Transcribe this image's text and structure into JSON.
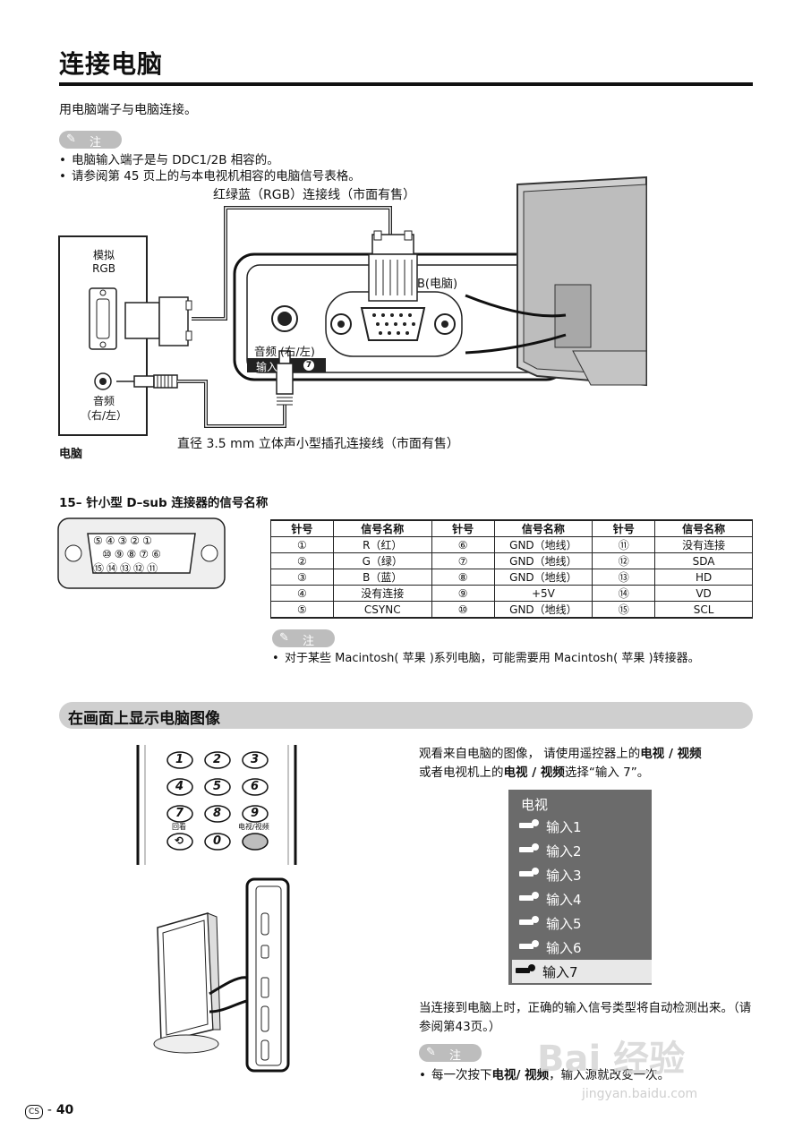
{
  "title": "连接电脑",
  "intro": "用电脑端子与电脑连接。",
  "note_label": "注",
  "notes_top": [
    "电脑输入端子是与 DDC1/2B 相容的。",
    "请参阅第 45 页上的与本电视机相容的电脑信号表格。"
  ],
  "diagram": {
    "rgb_cable": "红绿蓝（RGB）连接线（市面有售）",
    "analog_rgb_line1": "模拟",
    "analog_rgb_line2": "RGB",
    "audio_line1": "音频",
    "audio_line2": "（右/左）",
    "pc_label": "电脑",
    "rgb_pc_port": "B(电脑)",
    "audio_rl": "音频 (右/左)",
    "input_tag": "输入",
    "input_num": "7",
    "audio_cable": "直径 3.5 mm 立体声小型插孔连接线（市面有售）"
  },
  "dsub": {
    "heading": "15– 针小型 D–sub 连接器的信号名称",
    "row1": [
      "⑤",
      "④",
      "③",
      "②",
      "①"
    ],
    "row2": [
      "⑩",
      "⑨",
      "⑧",
      "⑦",
      "⑥"
    ],
    "row3": [
      "⑮",
      "⑭",
      "⑬",
      "⑫",
      "⑪"
    ]
  },
  "pin_table": {
    "headers": [
      "针号",
      "信号名称",
      "针号",
      "信号名称",
      "针号",
      "信号名称"
    ],
    "rows": [
      [
        "①",
        "R（红）",
        "⑥",
        "GND（地线）",
        "⑪",
        "没有连接"
      ],
      [
        "②",
        "G（绿）",
        "⑦",
        "GND（地线）",
        "⑫",
        "SDA"
      ],
      [
        "③",
        "B（蓝）",
        "⑧",
        "GND（地线）",
        "⑬",
        "HD"
      ],
      [
        "④",
        "没有连接",
        "⑨",
        "+5V",
        "⑭",
        "VD"
      ],
      [
        "⑤",
        "CSYNC",
        "⑩",
        "GND（地线）",
        "⑮",
        "SCL"
      ]
    ]
  },
  "note_mac": "对于某些 Macintosh( 苹果 )系列电脑，可能需要用 Macintosh( 苹果 )转接器。",
  "section2": {
    "heading": "在画面上显示电脑图像",
    "desc_pre": "观看来自电脑的图像，  请使用遥控器上的",
    "desc_bold1": "电视 / 视频",
    "desc_mid": "或者电视机上的",
    "desc_bold2": "电视 / 视频",
    "desc_post": "选择“输入 7”。",
    "auto_detect": "当连接到电脑上时，正确的输入信号类型将自动检测出来。（请参阅第43页。）",
    "note3_pre": "每一次按下",
    "note3_bold": "电视/ 视频",
    "note3_post": "，输入源就改变一次。"
  },
  "remote": {
    "keys": [
      "1",
      "2",
      "3",
      "4",
      "5",
      "6",
      "7",
      "8",
      "9",
      "0"
    ],
    "flashback": "回看",
    "tv_video": "电视/视频"
  },
  "menu": {
    "title": "电视",
    "items": [
      "输入1",
      "输入2",
      "输入3",
      "输入4",
      "输入5",
      "输入6",
      "输入7"
    ],
    "selected": "输入7"
  },
  "footer": {
    "lang": "CS",
    "page": "40"
  },
  "watermark": {
    "text": "Bai 经验",
    "url": "jingyan.baidu.com"
  }
}
